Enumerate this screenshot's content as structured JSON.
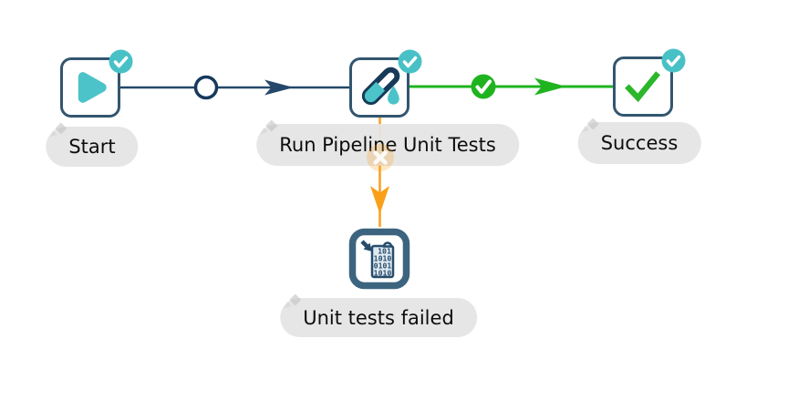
{
  "canvas": {
    "background": "#ffffff"
  },
  "palette": {
    "node_border": "#33566f",
    "navy_line": "#24486a",
    "teal": "#4cc3c8",
    "badge_teal": "#48c1c6",
    "green": "#1fb41f",
    "orange": "#f9a01b",
    "label_pill": "#e5e5e5",
    "label_text": "#0d0d0d",
    "document_fill": "#dfe9f2"
  },
  "nodes": [
    {
      "label": "Start",
      "icon": "play-icon"
    },
    {
      "label": "Run Pipeline Unit Tests",
      "icon": "test-tube-icon"
    },
    {
      "label": "Success",
      "icon": "green-checkmark-icon"
    },
    {
      "label": "Unit tests failed",
      "icon": "abort-binary-file-icon",
      "icon_rows": [
        "101",
        "1010",
        "0101",
        "1010"
      ]
    }
  ],
  "node_badge": {
    "icon": "check-badge-icon",
    "color": "#48c1c6"
  },
  "edges": [
    {
      "from": "Start",
      "to": "Run Pipeline Unit Tests",
      "marker": "unconditional-hop-circle",
      "color": "#24486a"
    },
    {
      "from": "Run Pipeline Unit Tests",
      "to": "Success",
      "marker": "success-check-circle",
      "color": "#1fb41f"
    },
    {
      "from": "Run Pipeline Unit Tests",
      "to": "Unit tests failed",
      "marker": "failure-x-circle",
      "color": "#f9a01b"
    }
  ]
}
